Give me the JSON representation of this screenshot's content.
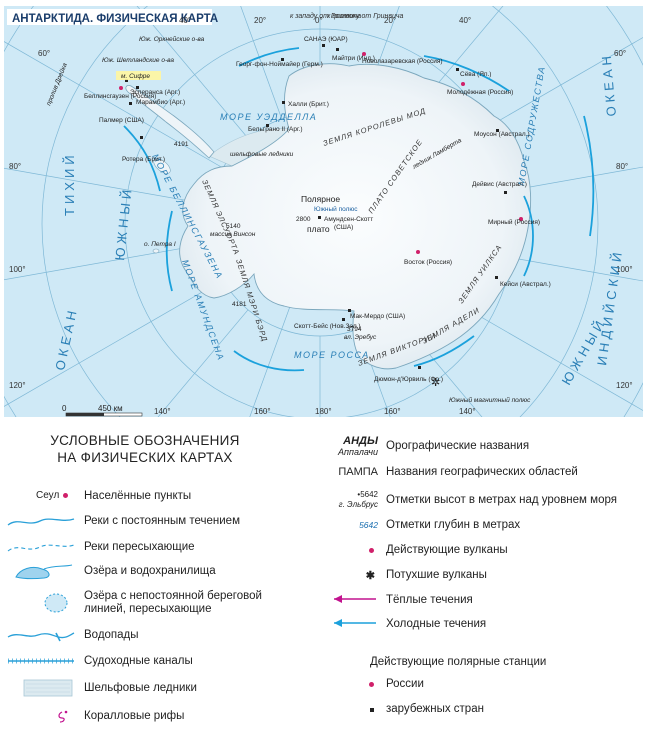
{
  "map": {
    "title": "АНТАРКТИДА. ФИЗИЧЕСКАЯ КАРТА",
    "meridian_notes": [
      "к западу от Гринвича",
      "к востоку от Гринвича"
    ],
    "scale": {
      "zero": "0",
      "label": "450 км"
    },
    "lon_labels": [
      "60°",
      "40°",
      "20°",
      "0°",
      "20°",
      "40°",
      "60°",
      "80°",
      "100°",
      "120°",
      "140°",
      "160°",
      "180°",
      "160°",
      "140°",
      "120°",
      "100°",
      "80°"
    ],
    "seas": [
      "МОРЕ УЭДДЕЛЛА",
      "МОРЕ РОССА",
      "МОРЕ АМУНДСЕНА",
      "МОРЕ БЕЛЛИНСГАУЗЕНА",
      "МОРЕ СОДРУЖЕСТВА"
    ],
    "oceans": [
      "ТИХИЙ",
      "ОКЕАН",
      "ЮЖНЫЙ",
      "ИНДИЙСКИЙ",
      "ОКЕАН",
      "ЮЖНЫЙ"
    ],
    "regions": [
      "ЗЕМЛЯ КОРОЛЕВЫ МОД",
      "ПЛАТО СОВЕТСКОЕ",
      "ЗЕМЛЯ УИЛКСА",
      "ЗЕМЛЯ АДЕЛИ",
      "ЗЕМЛЯ ВИКТОРИИ",
      "ЗЕМЛЯ МЭРИ БЭРД",
      "ЗЕМЛЯ ЭЛСУОРТА"
    ],
    "plateau": {
      "name1": "Полярное",
      "name2": "плато",
      "height": "2800",
      "pole": "Южный полюс",
      "station": "Амундсен-Скотт",
      "country": "(США)"
    },
    "stations": [
      {
        "name": "Беллинсгаузен (Россия)",
        "type": "russia"
      },
      {
        "name": "Эсперанса (Арг.)",
        "type": "foreign"
      },
      {
        "name": "Марамбио (Арг.)",
        "type": "foreign"
      },
      {
        "name": "Палмер (США)",
        "type": "foreign"
      },
      {
        "name": "Ротера (Брит.)",
        "type": "foreign"
      },
      {
        "name": "Георг-фон-Ноймайер (Герм.)",
        "type": "foreign"
      },
      {
        "name": "САНАЭ (ЮАР)",
        "type": "foreign"
      },
      {
        "name": "Майтри (Инд.)",
        "type": "foreign"
      },
      {
        "name": "Новолазаревская (Россия)",
        "type": "russia"
      },
      {
        "name": "Сёва (Яп.)",
        "type": "foreign"
      },
      {
        "name": "Молодёжная (Россия)",
        "type": "russia"
      },
      {
        "name": "Моусон (Австрал.)",
        "type": "foreign"
      },
      {
        "name": "Дейвис (Австрал.)",
        "type": "foreign"
      },
      {
        "name": "Мирный (Россия)",
        "type": "russia"
      },
      {
        "name": "Восток (Россия)",
        "type": "russia"
      },
      {
        "name": "Кейси (Австрал.)",
        "type": "foreign"
      },
      {
        "name": "Дюмон-д'Юрвиль (Фр.)",
        "type": "foreign"
      },
      {
        "name": "Мак-Мердо (США)",
        "type": "foreign"
      },
      {
        "name": "Скотт-Бейс (Нов.Зел.)",
        "type": "foreign"
      },
      {
        "name": "Халли (Брит.)",
        "type": "foreign"
      },
      {
        "name": "Бельграно II (Арг.)",
        "type": "foreign"
      }
    ],
    "other_labels": {
      "south_orkney": "Юж. Оркнейские о-ва",
      "south_shetland": "Юж. Шетландские о-ва",
      "cape": "м. Сифре",
      "drake": "пролив Дрейка",
      "peter": "о. Петра I",
      "vinson_height": "5140",
      "vinson": "массив Винсон",
      "height1": "4191",
      "height2": "4181",
      "erebus_height": "3794",
      "erebus": "вл. Эребус",
      "lambert": "ледник Ламберта",
      "magnetic_pole": "Южный магнитный полюс",
      "shelf": "шельфовые ледники"
    }
  },
  "legend": {
    "title": "УСЛОВНЫЕ ОБОЗНАЧЕНИЯ НА ФИЗИЧЕСКИХ КАРТАХ",
    "left": [
      {
        "sample": "Сеул",
        "label": "Населённые пункты"
      },
      {
        "label": "Реки с постоянным течением"
      },
      {
        "label": "Реки пересыхающие"
      },
      {
        "label": "Озёра и водохранилища"
      },
      {
        "label": "Озёра с непостоянной береговой линией, пересыхающие"
      },
      {
        "label": "Водопады"
      },
      {
        "label": "Судоходные каналы"
      },
      {
        "label": "Шельфовые ледники"
      },
      {
        "label": "Коралловые рифы"
      }
    ],
    "right": [
      {
        "sample": "АНДЫ",
        "sample2": "Аппалачи",
        "label": "Орографические названия"
      },
      {
        "sample": "ПАМПА",
        "label": "Названия географических областей"
      },
      {
        "sample": "•5642",
        "sample2": "г. Эльбрус",
        "label": "Отметки высот в метрах над уровнем моря"
      },
      {
        "sample": "5642",
        "label": "Отметки глубин в метрах"
      },
      {
        "label": "Действующие вулканы"
      },
      {
        "label": "Потухшие вулканы"
      },
      {
        "label": "Тёплые течения"
      },
      {
        "label": "Холодные течения"
      }
    ],
    "stations_title": "Действующие полярные станции",
    "stations": [
      {
        "label": "России"
      },
      {
        "label": "зарубежных стран"
      }
    ]
  },
  "colors": {
    "ocean": "#cfe9f6",
    "ocean_deep": "#b6ddef",
    "ice": "#f4f8fb",
    "ice_shade": "#dfe9f0",
    "shelf": "#dceaf0",
    "river": "#2aa0d8",
    "warm": "#c2128e",
    "cold": "#1ba1dc",
    "russia": "#d0206a",
    "foreign": "#222222",
    "sea_text": "#2a7fb6"
  }
}
